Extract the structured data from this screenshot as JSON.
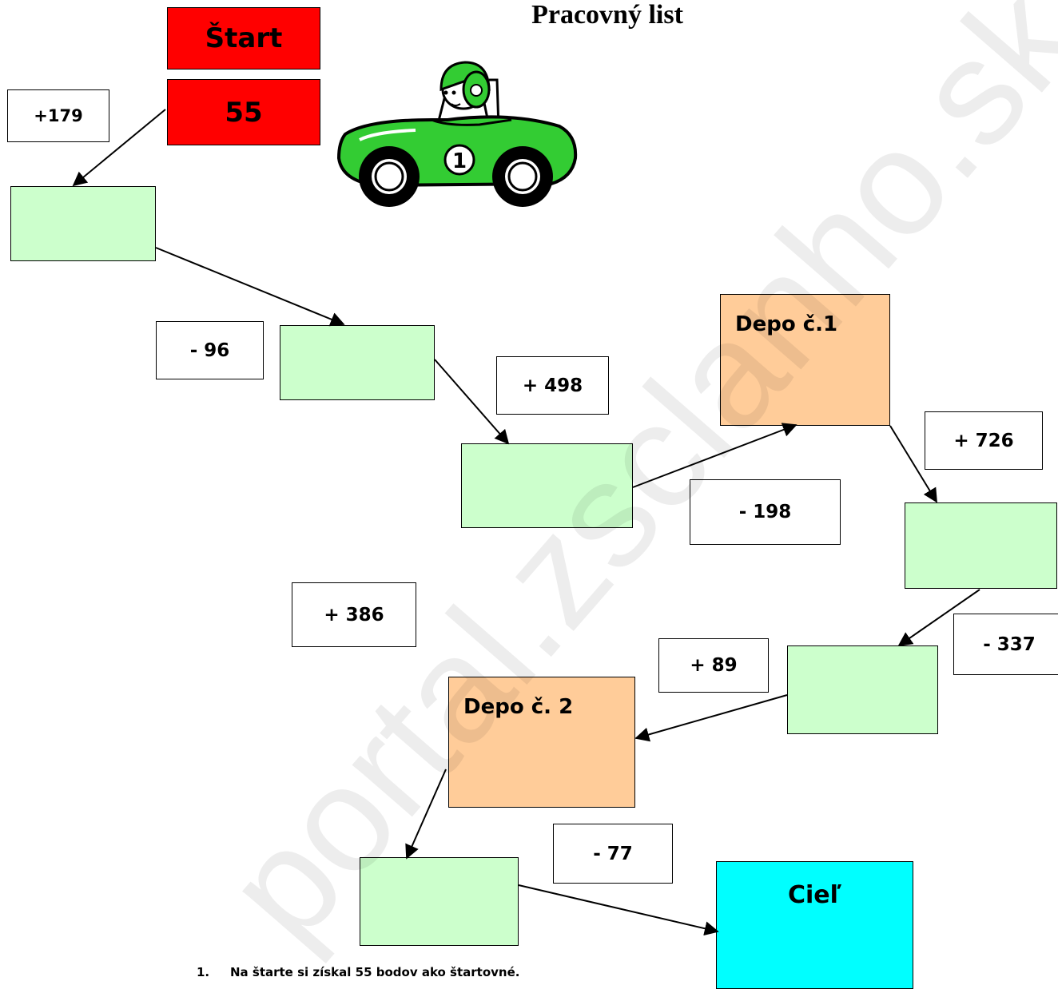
{
  "title": "Pracovný list",
  "start": {
    "label": "Štart",
    "value": "55"
  },
  "operations": [
    "+179",
    "- 96",
    "+ 498",
    "- 198",
    "+ 726",
    "- 337",
    "+ 89",
    "+ 386",
    "- 77"
  ],
  "depots": [
    "Depo č.1",
    "Depo č. 2"
  ],
  "goal": "Cieľ",
  "watermark": "portal.zsclanho.sk",
  "task": {
    "number": "1.",
    "text": "Na štarte si získal 55 bodov ako štartovné."
  },
  "car_number": "1",
  "colors": {
    "start": "#ff0000",
    "answer_box": "#ccffcc",
    "depot": "#ffcc99",
    "goal": "#00ffff",
    "car": "#33cc33"
  }
}
